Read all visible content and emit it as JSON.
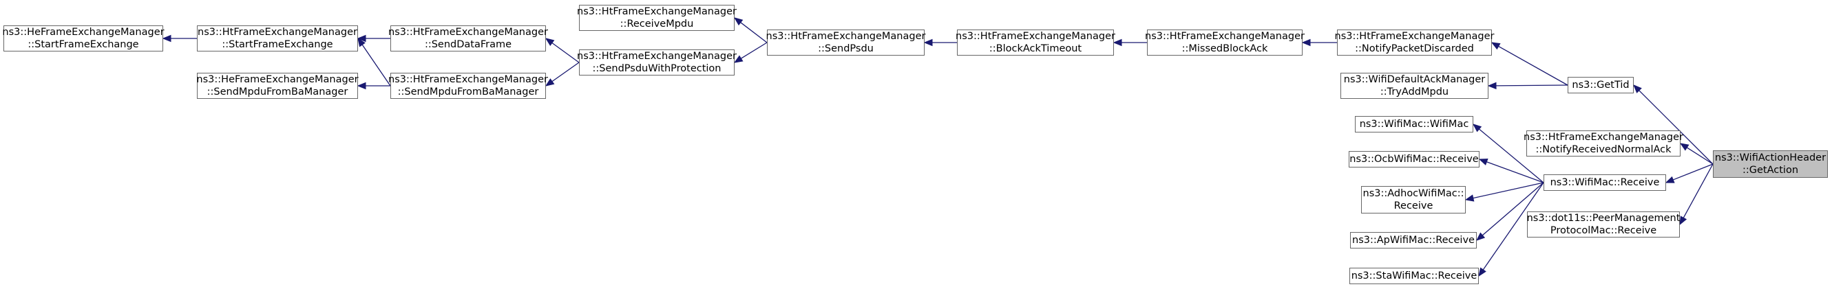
{
  "graph": {
    "root": "n_getaction",
    "nodes": [
      {
        "id": "n_he_start",
        "lines": [
          "ns3::HeFrameExchangeManager",
          "::StartFrameExchange"
        ]
      },
      {
        "id": "n_ht_start",
        "lines": [
          "ns3::HtFrameExchangeManager",
          "::StartFrameExchange"
        ]
      },
      {
        "id": "n_he_sendmpdu",
        "lines": [
          "ns3::HeFrameExchangeManager",
          "::SendMpduFromBaManager"
        ]
      },
      {
        "id": "n_ht_senddata",
        "lines": [
          "ns3::HtFrameExchangeManager",
          "::SendDataFrame"
        ]
      },
      {
        "id": "n_ht_sendmpdu",
        "lines": [
          "ns3::HtFrameExchangeManager",
          "::SendMpduFromBaManager"
        ]
      },
      {
        "id": "n_ht_receivempdu",
        "lines": [
          "ns3::HtFrameExchangeManager",
          "::ReceiveMpdu"
        ]
      },
      {
        "id": "n_ht_sendpsduprot",
        "lines": [
          "ns3::HtFrameExchangeManager",
          "::SendPsduWithProtection"
        ]
      },
      {
        "id": "n_ht_sendpsdu",
        "lines": [
          "ns3::HtFrameExchangeManager",
          "::SendPsdu"
        ]
      },
      {
        "id": "n_ht_blockack",
        "lines": [
          "ns3::HtFrameExchangeManager",
          "::BlockAckTimeout"
        ]
      },
      {
        "id": "n_ht_missed",
        "lines": [
          "ns3::HtFrameExchangeManager",
          "::MissedBlockAck"
        ]
      },
      {
        "id": "n_ht_notifydiscarded",
        "lines": [
          "ns3::HtFrameExchangeManager",
          "::NotifyPacketDiscarded"
        ]
      },
      {
        "id": "n_wifidefault",
        "lines": [
          "ns3::WifiDefaultAckManager",
          "::TryAddMpdu"
        ]
      },
      {
        "id": "n_gettid",
        "lines": [
          "ns3::GetTid"
        ]
      },
      {
        "id": "n_wifimac_ctor",
        "lines": [
          "ns3::WifiMac::WifiMac"
        ]
      },
      {
        "id": "n_ht_notifyreceived",
        "lines": [
          "ns3::HtFrameExchangeManager",
          "::NotifyReceivedNormalAck"
        ]
      },
      {
        "id": "n_ocb",
        "lines": [
          "ns3::OcbWifiMac::Receive"
        ]
      },
      {
        "id": "n_adhoc",
        "lines": [
          "ns3::AdhocWifiMac::",
          "Receive"
        ]
      },
      {
        "id": "n_wifimac_receive",
        "lines": [
          "ns3::WifiMac::Receive"
        ]
      },
      {
        "id": "n_getaction",
        "lines": [
          "ns3::WifiActionHeader",
          "::GetAction"
        ]
      },
      {
        "id": "n_dot11s",
        "lines": [
          "ns3::dot11s::PeerManagement",
          "ProtocolMac::Receive"
        ]
      },
      {
        "id": "n_ap",
        "lines": [
          "ns3::ApWifiMac::Receive"
        ]
      },
      {
        "id": "n_sta",
        "lines": [
          "ns3::StaWifiMac::Receive"
        ]
      }
    ],
    "edges": [
      [
        "n_ht_start",
        "n_he_start"
      ],
      [
        "n_ht_senddata",
        "n_ht_start"
      ],
      [
        "n_ht_sendmpdu",
        "n_ht_start"
      ],
      [
        "n_ht_sendmpdu",
        "n_he_sendmpdu"
      ],
      [
        "n_ht_sendpsduprot",
        "n_ht_senddata"
      ],
      [
        "n_ht_sendpsduprot",
        "n_ht_sendmpdu"
      ],
      [
        "n_ht_sendpsdu",
        "n_ht_receivempdu"
      ],
      [
        "n_ht_sendpsdu",
        "n_ht_sendpsduprot"
      ],
      [
        "n_ht_blockack",
        "n_ht_sendpsdu"
      ],
      [
        "n_ht_missed",
        "n_ht_blockack"
      ],
      [
        "n_ht_notifydiscarded",
        "n_ht_missed"
      ],
      [
        "n_gettid",
        "n_ht_notifydiscarded"
      ],
      [
        "n_gettid",
        "n_wifidefault"
      ],
      [
        "n_getaction",
        "n_gettid"
      ],
      [
        "n_getaction",
        "n_ht_notifyreceived"
      ],
      [
        "n_getaction",
        "n_wifimac_receive"
      ],
      [
        "n_getaction",
        "n_dot11s"
      ],
      [
        "n_wifimac_receive",
        "n_wifimac_ctor"
      ],
      [
        "n_wifimac_receive",
        "n_ocb"
      ],
      [
        "n_wifimac_receive",
        "n_adhoc"
      ],
      [
        "n_wifimac_receive",
        "n_ap"
      ],
      [
        "n_wifimac_receive",
        "n_sta"
      ]
    ]
  },
  "colors": {
    "edge": "#191970",
    "node_border": "#666666",
    "root_fill": "#bfbfbf"
  }
}
